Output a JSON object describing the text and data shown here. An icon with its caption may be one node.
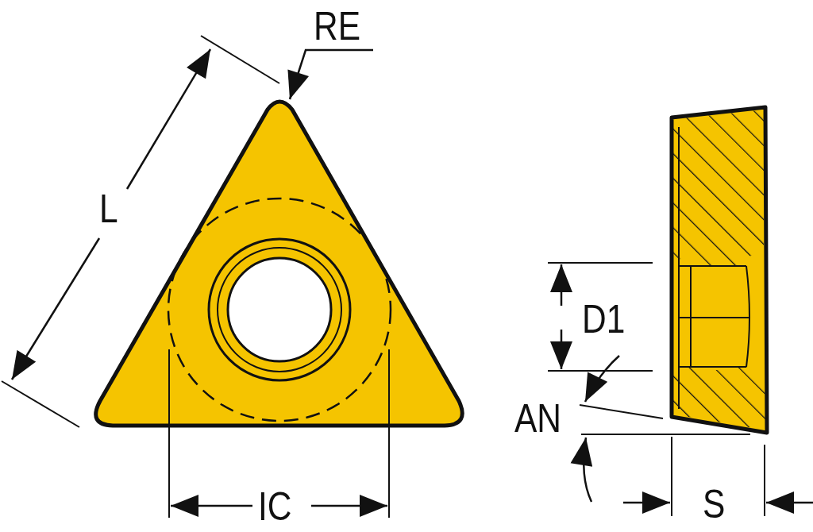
{
  "diagram": {
    "labels": [
      "RE",
      "L",
      "D1",
      "AN",
      "IC",
      "S"
    ]
  }
}
